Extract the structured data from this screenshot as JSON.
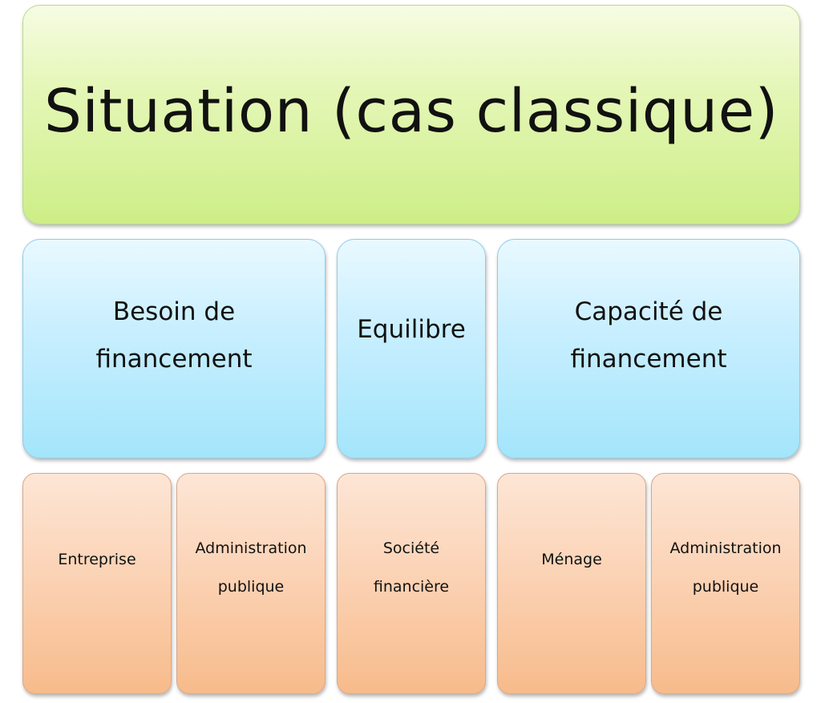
{
  "diagram": {
    "title": "Situation (cas classique)",
    "categories": [
      {
        "line1": "Besoin de",
        "line2": "financement"
      },
      {
        "line1": "Equilibre",
        "line2": ""
      },
      {
        "line1": "Capacité de",
        "line2": "financement"
      }
    ],
    "agents": [
      {
        "line1": "Entreprise",
        "line2": ""
      },
      {
        "line1": "Administration",
        "line2": "publique"
      },
      {
        "line1": "Société",
        "line2": "financière"
      },
      {
        "line1": "Ménage",
        "line2": ""
      },
      {
        "line1": "Administration",
        "line2": "publique"
      }
    ]
  },
  "colors": {
    "title_box": "#cdee87",
    "category_box": "#a4e5fb",
    "agent_box": "#f7bb8b",
    "text": "#111111"
  }
}
